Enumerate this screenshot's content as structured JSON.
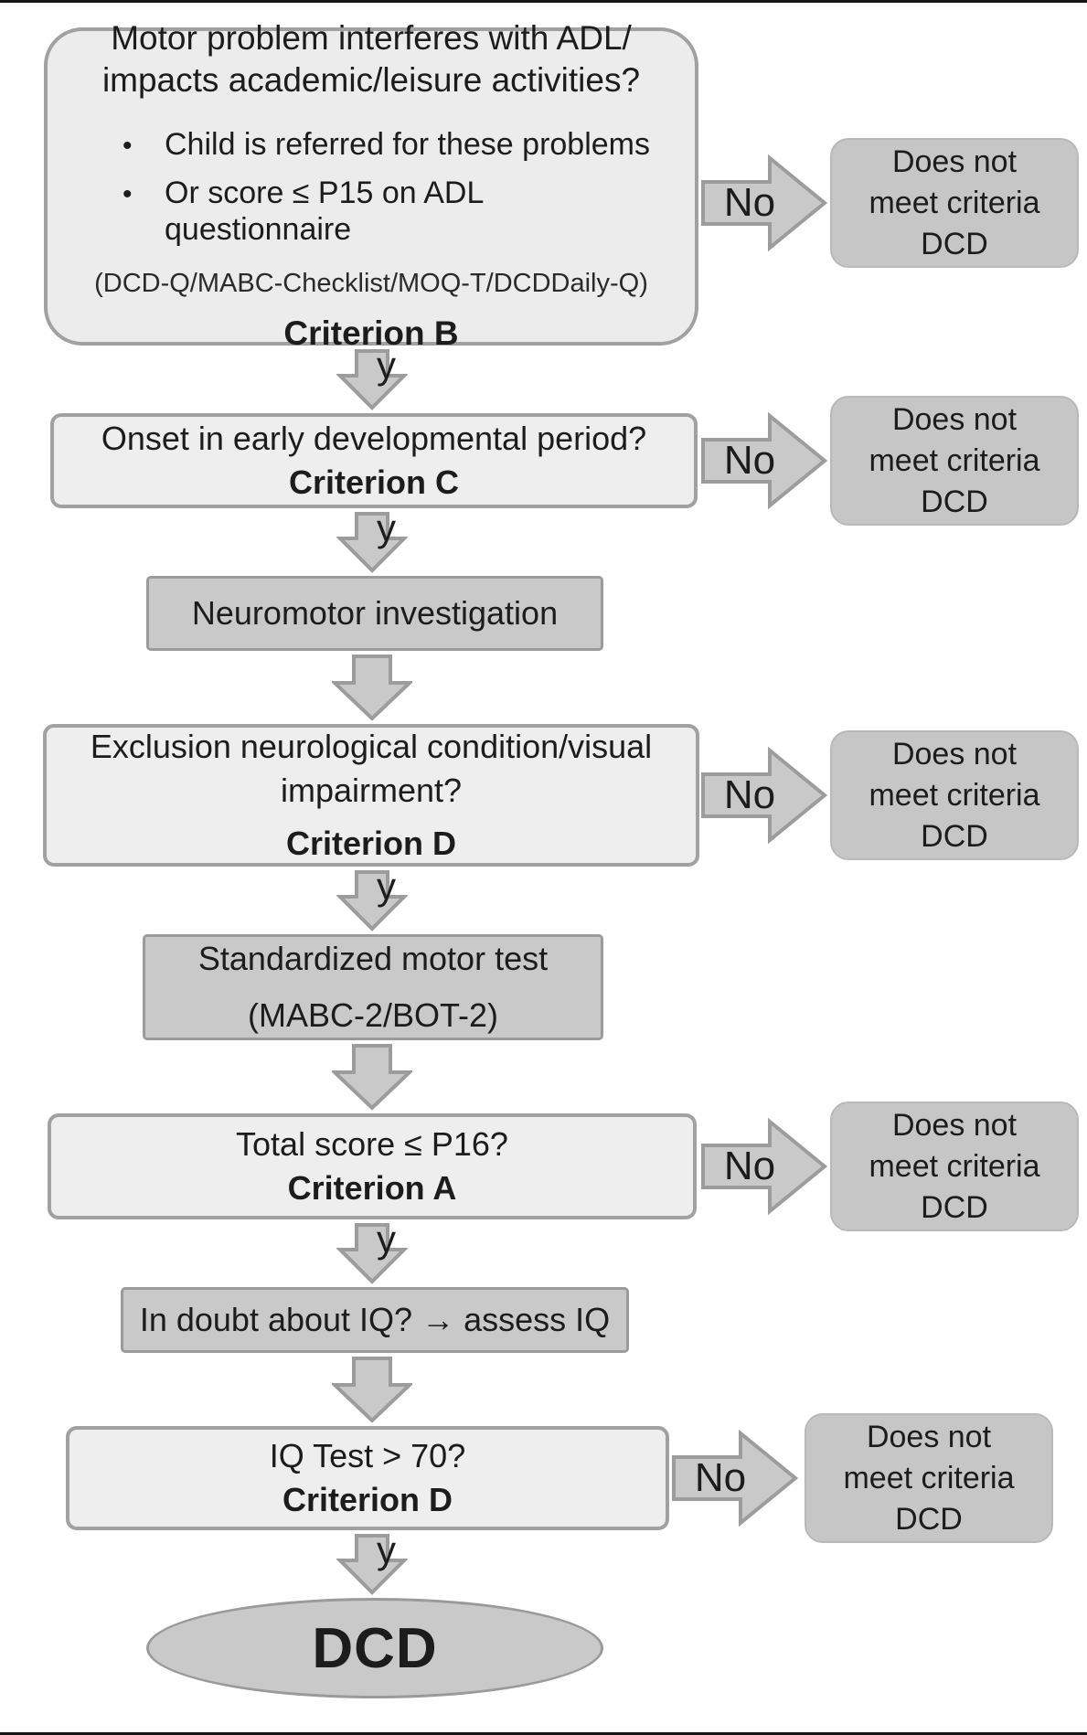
{
  "diagram": {
    "title": "DCD diagnostic criteria flowchart",
    "colors": {
      "light_box_fill": "#ececec",
      "dark_box_fill": "#c9c9c9",
      "reject_box_fill": "#c6c6c6",
      "border": "#9a9a9a",
      "arrow_fill": "#c9c9c9",
      "arrow_stroke": "#9c9c9c",
      "text": "#1c1c1c",
      "background": "#ffffff"
    },
    "labels": {
      "no": "No",
      "yes": "y",
      "bullet": "•",
      "does_not_meet": [
        "Does not",
        "meet criteria",
        "DCD"
      ]
    },
    "nodes": {
      "criterion_b": {
        "title": [
          "Motor problem interferes with ADL/",
          "impacts academic/leisure activities?"
        ],
        "bullets": [
          "Child is referred for these problems",
          "Or score ≤ P15 on ADL questionnaire"
        ],
        "note": "(DCD-Q/MABC-Checklist/MOQ-T/DCDDaily-Q)",
        "criterion": "Criterion B"
      },
      "criterion_c": {
        "question": "Onset in early developmental period?",
        "criterion": "Criterion C"
      },
      "neuromotor": {
        "text": "Neuromotor investigation"
      },
      "criterion_d_exclusion": {
        "question": [
          "Exclusion neurological condition/visual",
          "impairment?"
        ],
        "criterion": "Criterion D"
      },
      "motor_test": {
        "lines": [
          "Standardized motor test",
          "(MABC-2/BOT-2)"
        ]
      },
      "criterion_a": {
        "question": "Total score ≤ P16?",
        "criterion": "Criterion A"
      },
      "iq_doubt": {
        "text": "In doubt about IQ? → assess IQ"
      },
      "criterion_d_iq": {
        "question": "IQ Test > 70?",
        "criterion": "Criterion D"
      },
      "outcome": {
        "text": "DCD"
      }
    }
  }
}
